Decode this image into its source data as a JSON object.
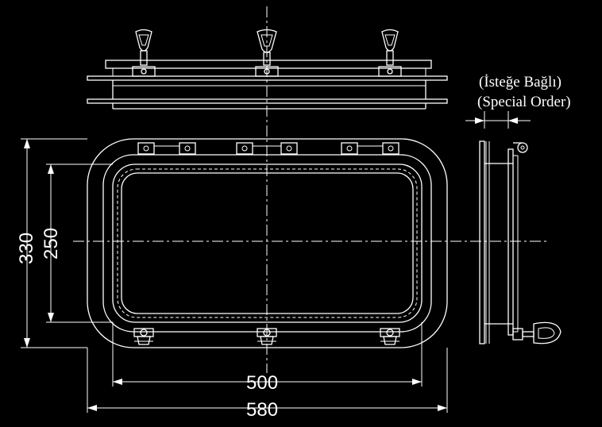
{
  "dimensions": {
    "outer_height": "330",
    "inner_height": "250",
    "inner_width": "500",
    "outer_width": "580"
  },
  "note": {
    "line1": "(İsteğe Bağlı)",
    "line2": "(Special Order)"
  }
}
